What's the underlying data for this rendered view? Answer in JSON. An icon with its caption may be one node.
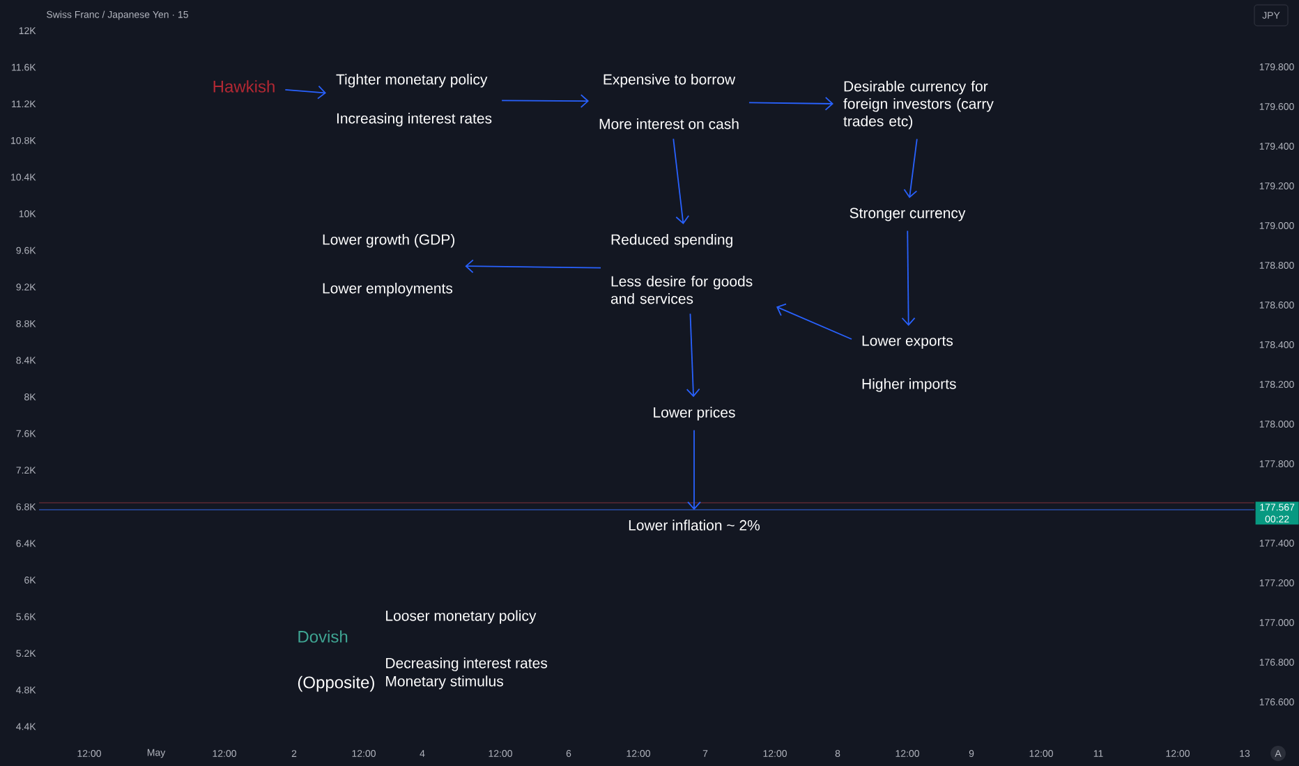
{
  "diagram": {
    "nodes": [
      {
        "text": [
          "Hawkish"
        ]
      },
      {
        "text": [
          "Tighter monetary policy",
          "Increasing interest rates"
        ]
      },
      {
        "text": [
          "Expensive to borrow",
          "More interest on cash"
        ]
      },
      {
        "text": [
          "Desirable currency for foreign investors (carry trades etc)"
        ]
      },
      {
        "text": [
          "Stronger currency"
        ]
      },
      {
        "text": [
          "Lower exports",
          "Higher imports"
        ]
      },
      {
        "text": [
          "Reduced spending",
          "Less desire for goods and services"
        ]
      },
      {
        "text": [
          "Lower growth (GDP)",
          "Lower employments"
        ]
      },
      {
        "text": [
          "Lower prices"
        ]
      },
      {
        "text": [
          "Lower inflation ~ 2%"
        ]
      }
    ],
    "edges": [
      {
        "from": 0,
        "to": 1,
        "arrow": "to"
      },
      {
        "from": 1,
        "to": 2,
        "arrow": "to"
      },
      {
        "from": 2,
        "to": 3,
        "arrow": "to"
      },
      {
        "from": 2,
        "to": 6,
        "arrow": "to"
      },
      {
        "from": 3,
        "to": 4,
        "arrow": "to"
      },
      {
        "from": 4,
        "to": 5,
        "arrow": "to"
      },
      {
        "from": 5,
        "to": 6,
        "arrow": "to"
      },
      {
        "from": 6,
        "to": 7,
        "arrow": "to"
      },
      {
        "from": 6,
        "to": 8,
        "arrow": "to"
      },
      {
        "from": 8,
        "to": 9,
        "arrow": "to"
      }
    ],
    "labels": [
      "Swiss Franc / Japanese Yen · 15",
      "JPY",
      "12K",
      "11.6K",
      "11.2K",
      "10.8K",
      "10.4K",
      "10K",
      "9.6K",
      "9.2K",
      "8.8K",
      "8.4K",
      "8K",
      "7.6K",
      "7.2K",
      "6.8K",
      "6.4K",
      "6K",
      "5.6K",
      "5.2K",
      "4.8K",
      "4.4K",
      "179.800",
      "179.600",
      "179.400",
      "179.200",
      "179.000",
      "178.800",
      "178.600",
      "178.400",
      "178.200",
      "178.000",
      "177.800",
      "177.400",
      "177.200",
      "177.000",
      "176.800",
      "176.600",
      "177.567",
      "00:22",
      "Dovish",
      "(Opposite)",
      "Looser monetary policy",
      "Decreasing interest rates",
      "Monetary stimulus",
      "12:00",
      "May",
      "12:00",
      "2",
      "12:00",
      "4",
      "12:00",
      "6",
      "12:00",
      "7",
      "12:00",
      "8",
      "12:00",
      "9",
      "12:00",
      "11",
      "12:00",
      "13",
      "A"
    ]
  }
}
